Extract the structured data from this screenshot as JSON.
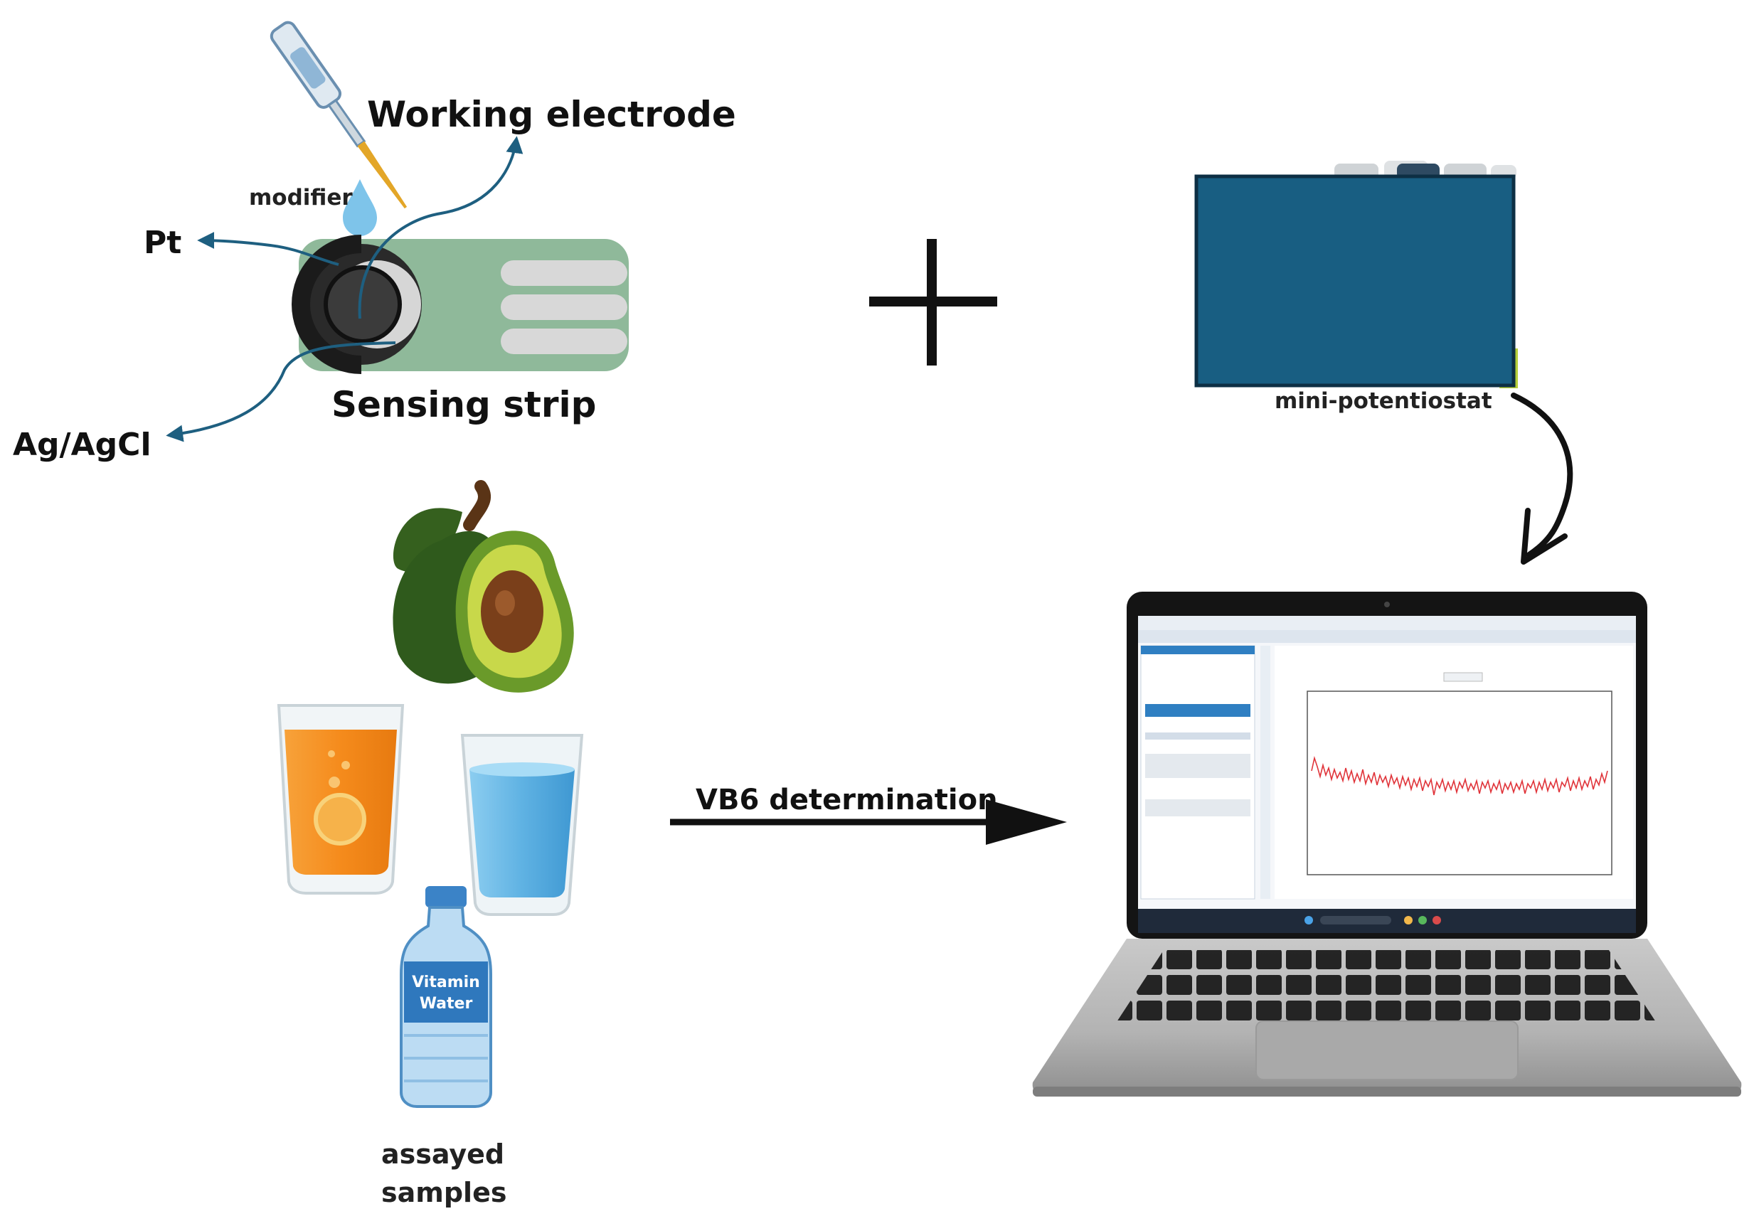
{
  "labels": {
    "working_electrode": "Working electrode",
    "modifier": "modifier",
    "pt": "Pt",
    "sensing_strip": "Sensing strip",
    "ag_agcl": "Ag/AgCl",
    "mini_potentiostat": "mini-potentiostat",
    "vb6_determination": "VB6 determination",
    "assayed_line1": "assayed",
    "assayed_line2": "samples",
    "bottle_line1": "Vitamin",
    "bottle_line2": "Water"
  },
  "colors": {
    "strip_green": "#8fb99a",
    "potentiostat_blue": "#185e82",
    "electrode_arrow_blue": "#1e5f80",
    "plot_trace_red": "#e0343a",
    "screen_panel_blue": "#2f7fc2",
    "droplet_blue": "#7ec4ea",
    "avocado_dark": "#2f5a1c",
    "orange_juice": "#f58b1c",
    "water_blue": "#5fb2e3"
  }
}
